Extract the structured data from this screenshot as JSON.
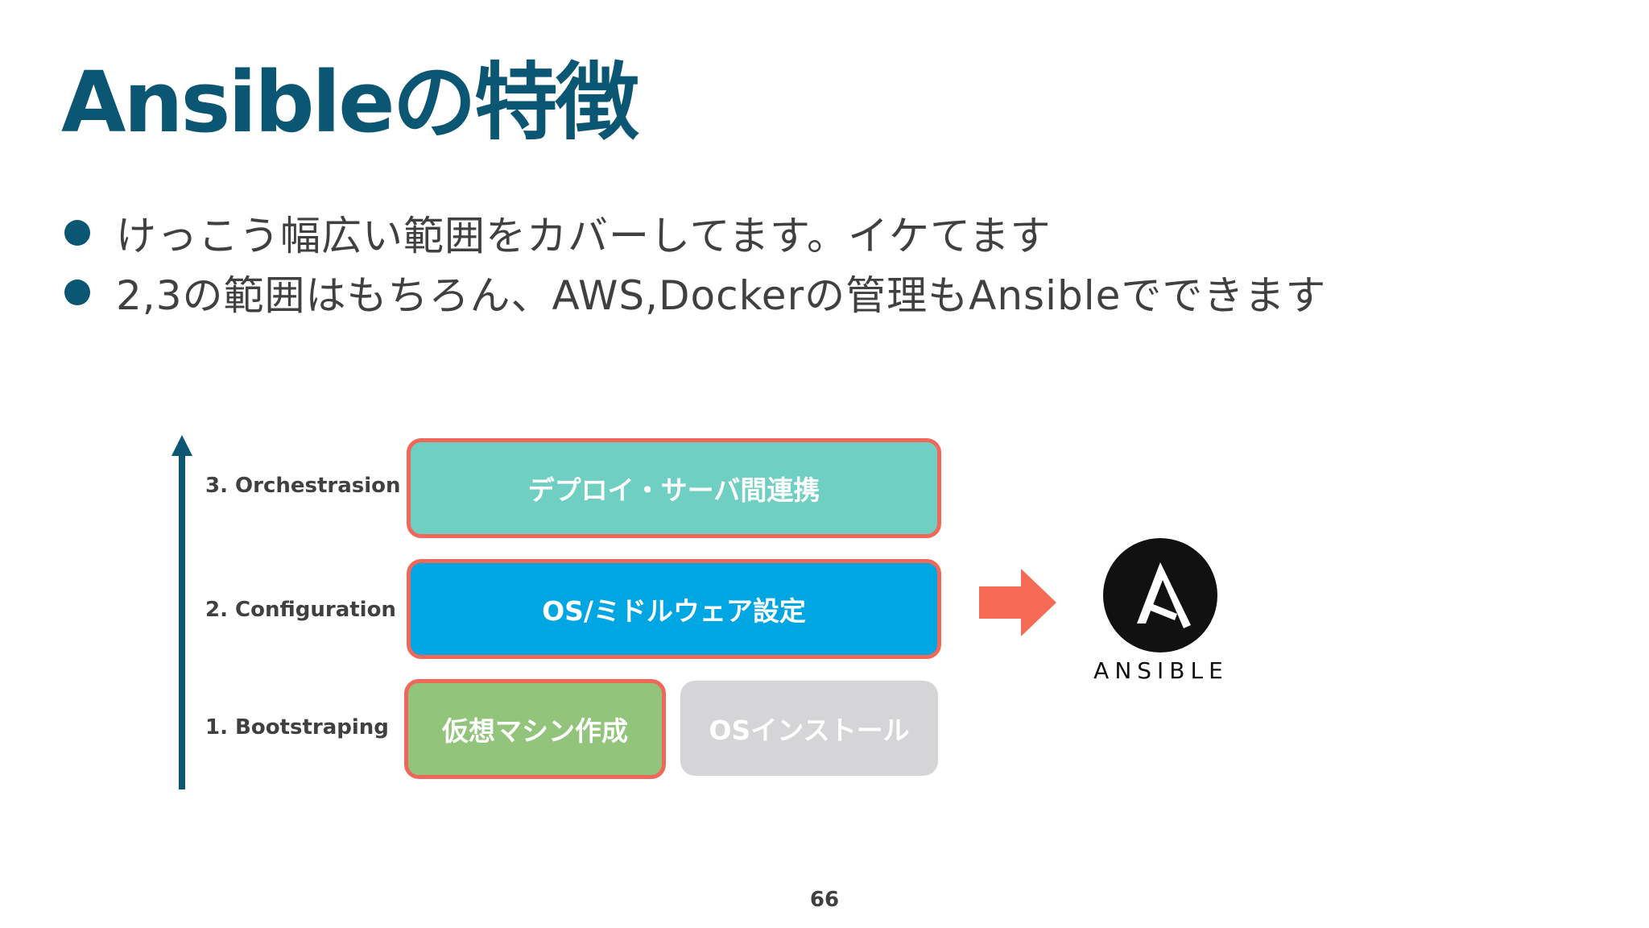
{
  "slide": {
    "title": "Ansibleの特徴",
    "bullets": [
      "けっこう幅広い範囲をカバーしてます。イケてます",
      "2,3の範囲はもちろん、AWS,Dockerの管理もAnsibleでできます"
    ],
    "page_number": "66"
  },
  "diagram": {
    "levels": [
      "3. Orchestrasion",
      "2. Configuration",
      "1. Bootstraping"
    ],
    "boxes": {
      "orchestration": "デプロイ・サーバ間連携",
      "configuration": "OS/ミドルウェア設定",
      "vm_creation": "仮想マシン作成",
      "os_install": "OSインストール"
    },
    "logo_text": "ANSIBLE",
    "icons": {
      "axis": "up-arrow-icon",
      "pointer": "right-arrow-icon",
      "logo": "ansible-logo-icon"
    }
  },
  "colors": {
    "title": "#0b5672",
    "highlight_border": "#f0685a",
    "orchestration": "#6fcfc2",
    "configuration": "#00a6e2",
    "vm_creation": "#92c47b",
    "os_install": "#d5d4d7",
    "arrow": "#f56b55"
  }
}
